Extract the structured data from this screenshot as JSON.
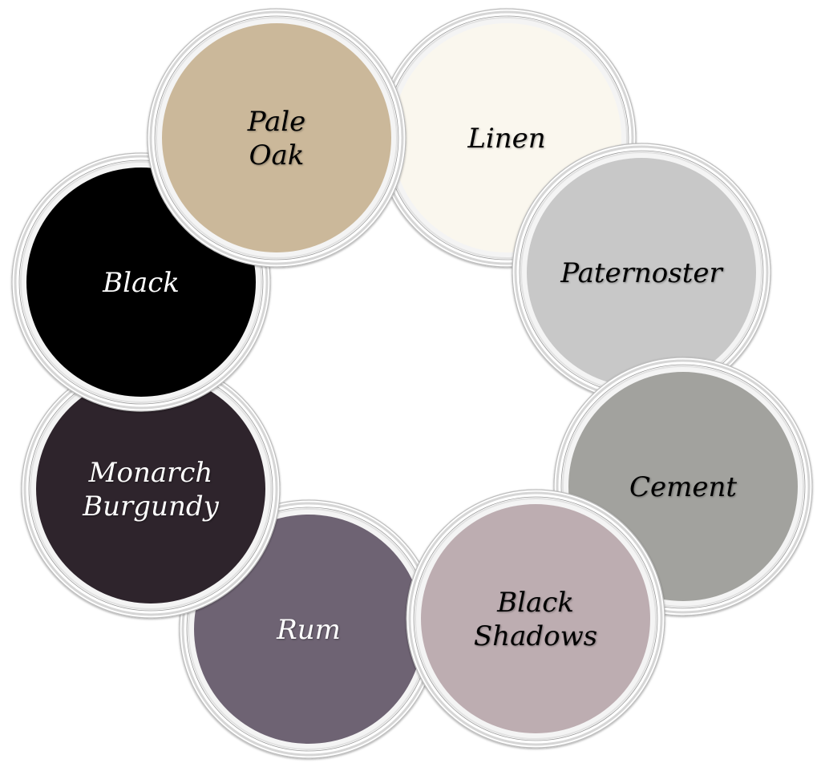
{
  "swatches": [
    {
      "name": "Linen",
      "lines": [
        "Linen"
      ],
      "color": "#FAF7EE",
      "text_color": "#000000"
    },
    {
      "name": "Rum",
      "lines": [
        "Rum"
      ],
      "color": "#6E6373",
      "text_color": "#FFFFFF"
    },
    {
      "name": "Monarch Burgundy",
      "lines": [
        "Monarch",
        "Burgundy"
      ],
      "color": "#2E242C",
      "text_color": "#FFFFFF"
    },
    {
      "name": "Black",
      "lines": [
        "Black"
      ],
      "color": "#000000",
      "text_color": "#FFFFFF"
    },
    {
      "name": "Pale Oak",
      "lines": [
        "Pale",
        "Oak"
      ],
      "color": "#CBB89A",
      "text_color": "#000000"
    },
    {
      "name": "Paternoster",
      "lines": [
        "Paternoster"
      ],
      "color": "#C8C8C8",
      "text_color": "#000000"
    },
    {
      "name": "Cement",
      "lines": [
        "Cement"
      ],
      "color": "#A2A29E",
      "text_color": "#000000"
    },
    {
      "name": "Black Shadows",
      "lines": [
        "Black",
        "Shadows"
      ],
      "color": "#BDADB1",
      "text_color": "#000000"
    }
  ]
}
